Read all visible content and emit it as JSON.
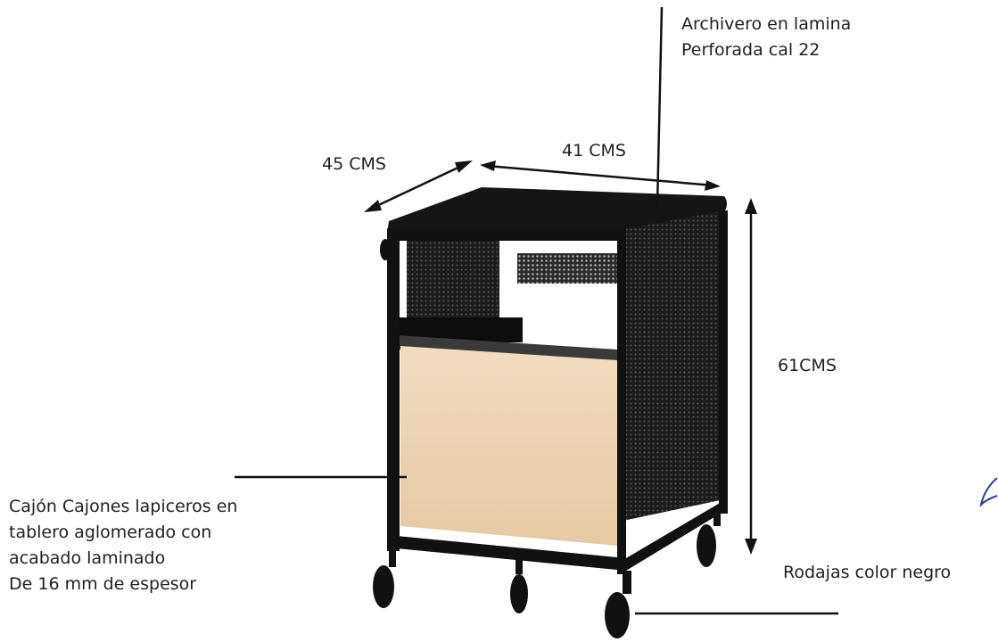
{
  "labels": {
    "archivero": [
      "Archivero en lamina",
      "Perforada cal 22"
    ],
    "depth": "45 CMS",
    "width": "41 CMS",
    "height": "61CMS",
    "wheels": "Rodajas color negro",
    "drawer": [
      "Cajón Cajones lapiceros en",
      "tablero aglomerado con",
      "acabado  laminado",
      "De 16 mm de espesor"
    ]
  },
  "colors": {
    "frame": "#1a1a1a",
    "mesh": "#2b2b2b",
    "wood": "#ecd2b0",
    "line": "#111111",
    "signature": "#2a3d9a"
  }
}
